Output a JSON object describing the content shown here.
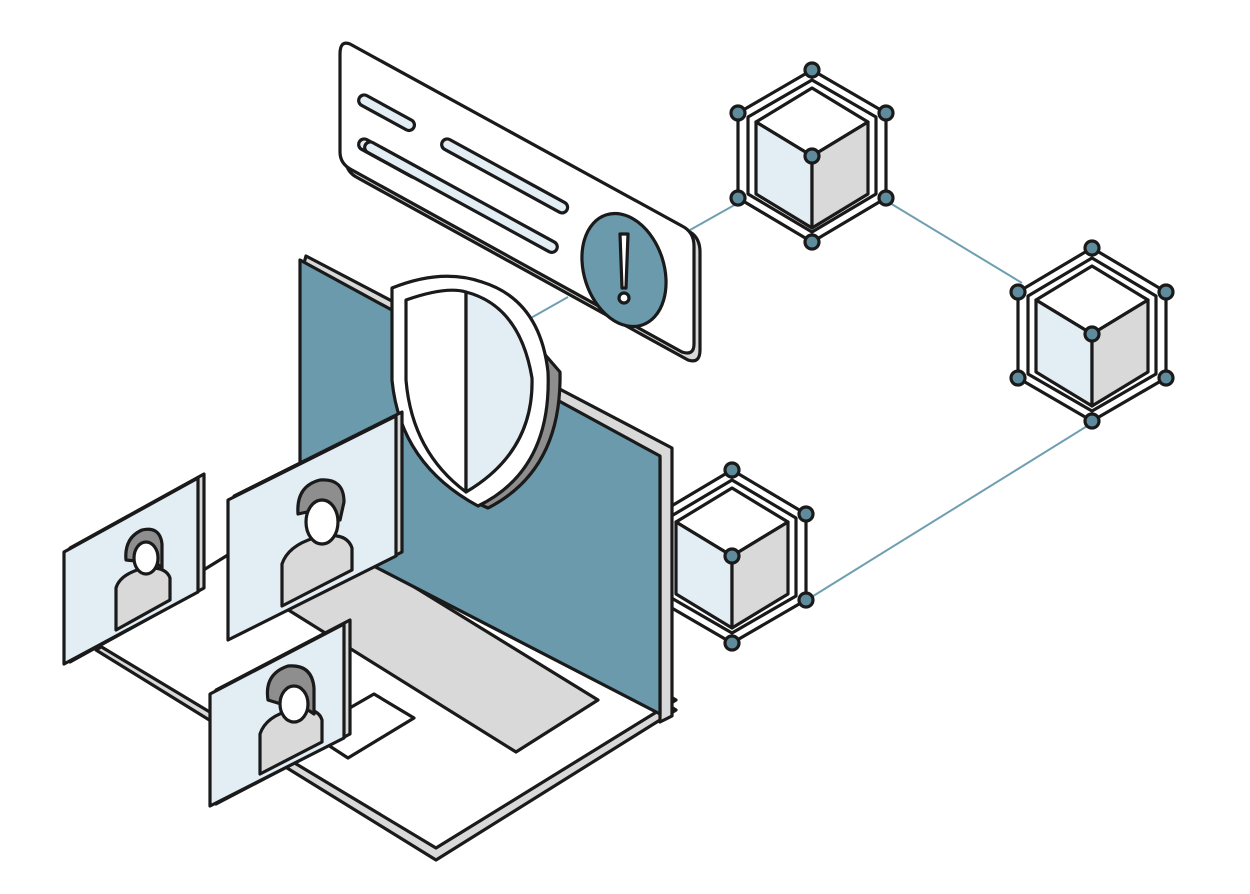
{
  "illustration": {
    "theme": "secure-video-conferencing-on-blockchain",
    "icons": [
      "laptop-icon",
      "shield-icon",
      "alert-icon",
      "blockchain-block-icon",
      "video-participant-icon"
    ],
    "colors": {
      "accent": "#6a9aab",
      "node": "#5e8c9c",
      "panel": "#e3edf4",
      "gray": "#d9d9d9",
      "dark_gray": "#8e8e8e",
      "outline": "#1a1a1a",
      "link": "#6f9fb0"
    },
    "alert": {
      "symbol": "!"
    },
    "video_tiles": 3,
    "blocks": 3
  }
}
